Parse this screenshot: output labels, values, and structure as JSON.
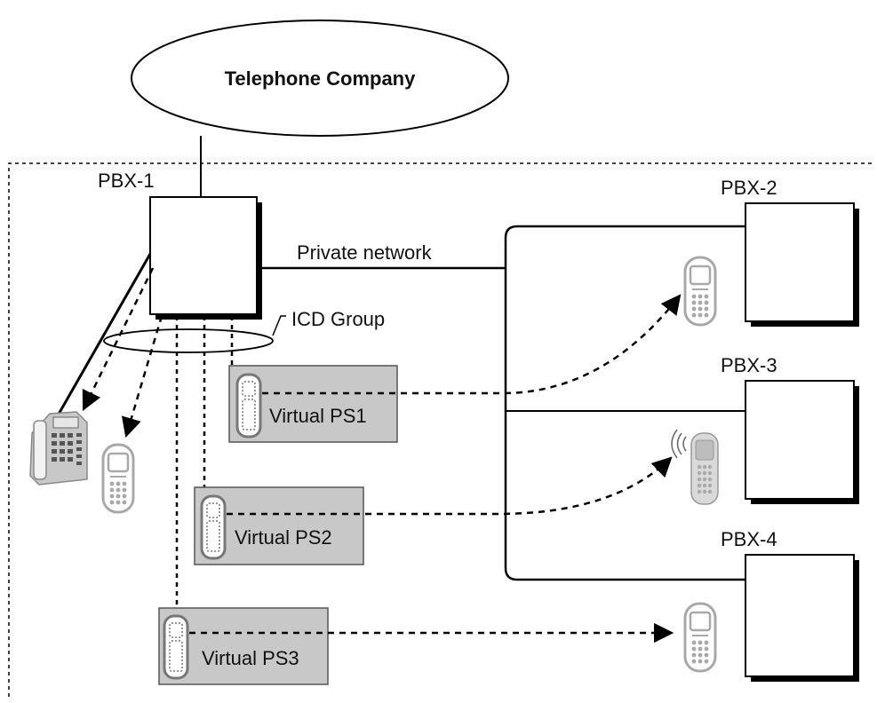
{
  "cloud": {
    "label": "Telephone Company"
  },
  "pbx": [
    {
      "id": "pbx-1",
      "label": "PBX-1"
    },
    {
      "id": "pbx-2",
      "label": "PBX-2"
    },
    {
      "id": "pbx-3",
      "label": "PBX-3"
    },
    {
      "id": "pbx-4",
      "label": "PBX-4"
    }
  ],
  "network": {
    "label": "Private network"
  },
  "group": {
    "label": "ICD Group"
  },
  "virtual_ps": [
    {
      "label": "Virtual PS1"
    },
    {
      "label": "Virtual PS2"
    },
    {
      "label": "Virtual PS3"
    }
  ],
  "icons": {
    "desk_phone": "desk-phone-icon",
    "handset": "portable-station-icon",
    "ringing_handset": "ringing-portable-station-icon"
  },
  "colors": {
    "line": "#000000",
    "virtual_box_fill": "#c8c8c8",
    "device_gray": "#a8a8a8"
  }
}
